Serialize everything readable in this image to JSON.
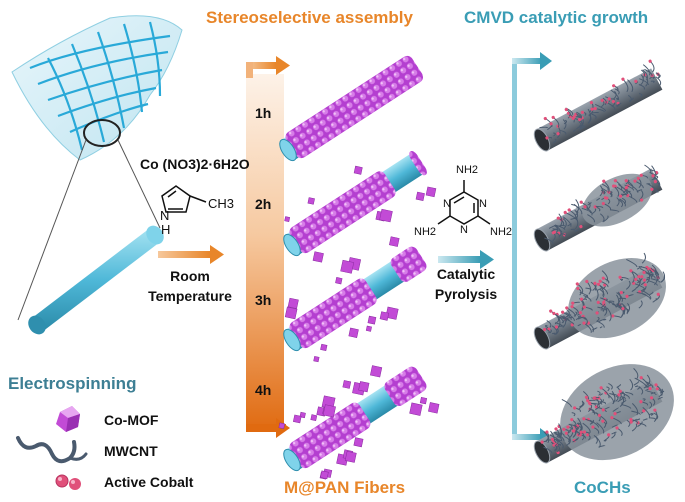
{
  "headers": {
    "stereo": "Stereoselective assembly",
    "cmvd": "CMVD catalytic growth",
    "electrospinning": "Electrospinning",
    "mpan": "M@PAN Fibers",
    "cochs": "CoCHs"
  },
  "reagents": {
    "cobalt_salt": "Co (NO3)2·6H2O",
    "methyl": "CH3",
    "nh": "N",
    "h": "H",
    "condition_line1": "Room",
    "condition_line2": "Temperature",
    "melamine_nh2": "NH2",
    "melamine_n": "N",
    "pyrolysis_line1": "Catalytic",
    "pyrolysis_line2": "Pyrolysis"
  },
  "times": [
    "1h",
    "2h",
    "3h",
    "4h"
  ],
  "legend": [
    {
      "label": "Co-MOF",
      "icon": "purple-polyhedron-icon"
    },
    {
      "label": "MWCNT",
      "icon": "wavy-tube-icon"
    },
    {
      "label": "Active Cobalt",
      "icon": "pink-dots-icon"
    }
  ],
  "colors": {
    "orange": "#e8862a",
    "teal": "#3a9db5",
    "fiber": "#5bc0de",
    "mof": "#c24bd6",
    "cnt": "#4a5a6e",
    "cobalt": "#e0507a"
  }
}
